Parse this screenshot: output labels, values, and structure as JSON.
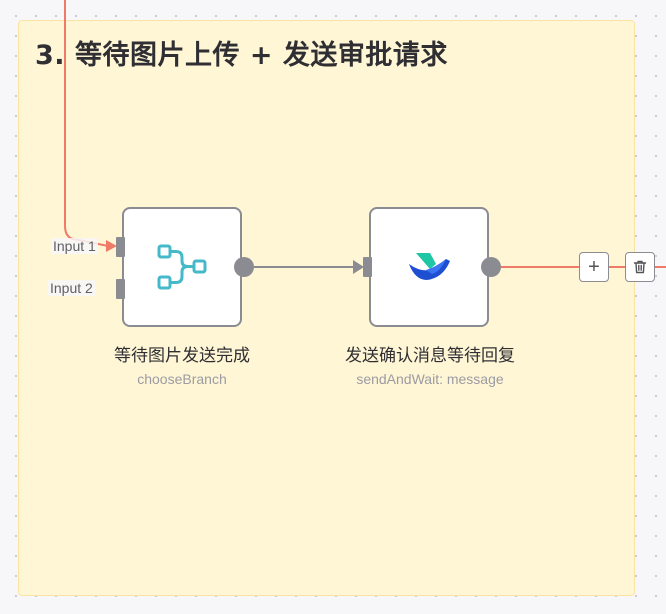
{
  "sticky": {
    "title": "3. 等待图片上传 + 发送审批请求"
  },
  "nodes": [
    {
      "label": "等待图片发送完成",
      "type": "chooseBranch",
      "icon": "branch-icon",
      "color": "#45b8c9"
    },
    {
      "label": "发送确认消息等待回复",
      "type": "sendAndWait: message",
      "icon": "lark-bird-icon"
    }
  ],
  "inputs": [
    "Input 1",
    "Input 2"
  ],
  "edge_toolbar": {
    "add": "+",
    "delete": "delete-icon"
  },
  "colors": {
    "active_connection": "#f07a68",
    "connection": "#8b8b92",
    "sticky_bg": "#fff6d6",
    "sticky_border": "#fbe4a1"
  }
}
